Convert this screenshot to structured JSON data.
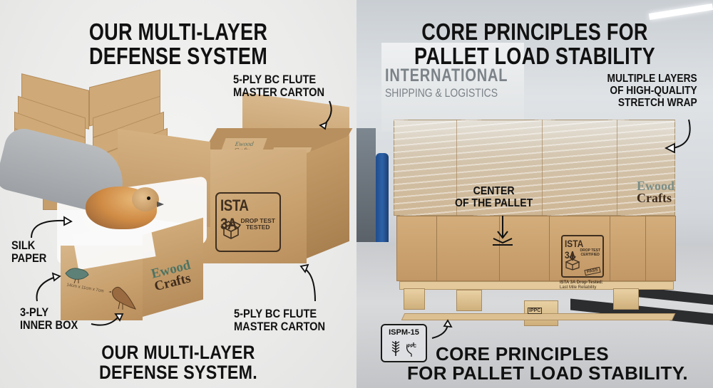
{
  "left_panel": {
    "title_top": [
      "OUR MULTI-LAYER",
      "DEFENSE SYSTEM"
    ],
    "title_bottom": [
      "OUR MULTI-LAYER",
      "DEFENSE SYSTEM."
    ],
    "callouts": {
      "master_carton_top": [
        "5-PLY BC FLUTE",
        "MASTER CARTON"
      ],
      "master_carton_bottom": [
        "5-PLY BC FLUTE",
        "MASTER CARTON"
      ],
      "silk_paper": [
        "SILK",
        "PAPER"
      ],
      "inner_box": [
        "3-PLY",
        "INNER BOX"
      ]
    },
    "master_carton_stamp": {
      "main": "ISTA 3A",
      "sub": [
        "DROP TEST",
        "TESTED"
      ]
    },
    "inner_pack_brand": [
      "Ewood",
      "Crafts"
    ],
    "inner_box_brand": [
      "Ewood",
      "Crafts"
    ],
    "inner_box_dimensions": "14cm x 11cm x 7cm"
  },
  "right_panel": {
    "title_top": [
      "CORE PRINCIPLES FOR",
      "PALLET LOAD STABILITY"
    ],
    "title_bottom": [
      "CORE PRINCIPLES",
      "FOR PALLET LOAD STABILITY."
    ],
    "wall_sign": [
      "INTERNATIONAL",
      "SHIPPING & LOGISTICS"
    ],
    "callouts": {
      "stretch_wrap": [
        "MULTIPLE LAYERS",
        "OF HIGH-QUALITY",
        "STRETCH WRAP"
      ],
      "center": [
        "CENTER",
        "OF THE PALLET"
      ]
    },
    "pallet_brand": [
      "Ewood",
      "Crafts"
    ],
    "ista_stamp": {
      "main": "ISTA 3A",
      "sub": [
        "DROP TEST",
        "CERTIFIED"
      ],
      "pass": "PASS",
      "caption": [
        "ISTA 3A Drop-Tested:",
        "Last Mile Reliability"
      ]
    },
    "pallet_mark": "IPPC",
    "ispm_badge": {
      "title": "ISPM-15",
      "icons": [
        "wheat-icon",
        "ippc-icon"
      ],
      "ippc_label": "IPPC"
    }
  },
  "colors": {
    "kraft": "#c9a270",
    "ink": "#111111",
    "stamp_ink": "#3f2f20",
    "brand_green": "#4d7464",
    "brand_brown": "#3f2c1c",
    "post_blue": "#2d62a8"
  }
}
